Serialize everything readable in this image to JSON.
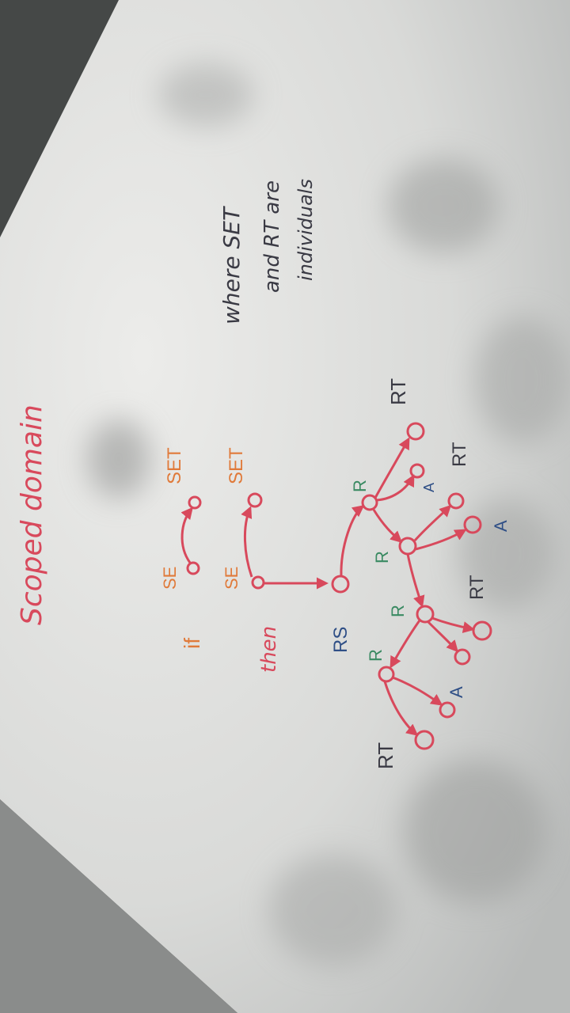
{
  "photo": {
    "subject": "whiteboard",
    "ink_colors": {
      "red": "#d8495c",
      "orange": "#e07a3a",
      "blue": "#2f4f86",
      "green": "#3a8a62",
      "black": "#3a3a44"
    }
  },
  "whiteboard": {
    "title": "Scoped domain",
    "rule": {
      "if_label": "if",
      "then_label": "then",
      "se_label_1": "SE",
      "set_label_1": "SET",
      "se_label_2": "SE",
      "set_label_2": "SET"
    },
    "tree": {
      "root_label": "RS",
      "r_labels": [
        "R",
        "R",
        "R",
        "R"
      ],
      "rt_labels": [
        "RT",
        "RT",
        "RT",
        "RT"
      ],
      "a_labels": [
        "A",
        "A",
        "A"
      ]
    },
    "note": {
      "line1": "where SET",
      "line2": "and RT are",
      "line3": "individuals"
    }
  }
}
